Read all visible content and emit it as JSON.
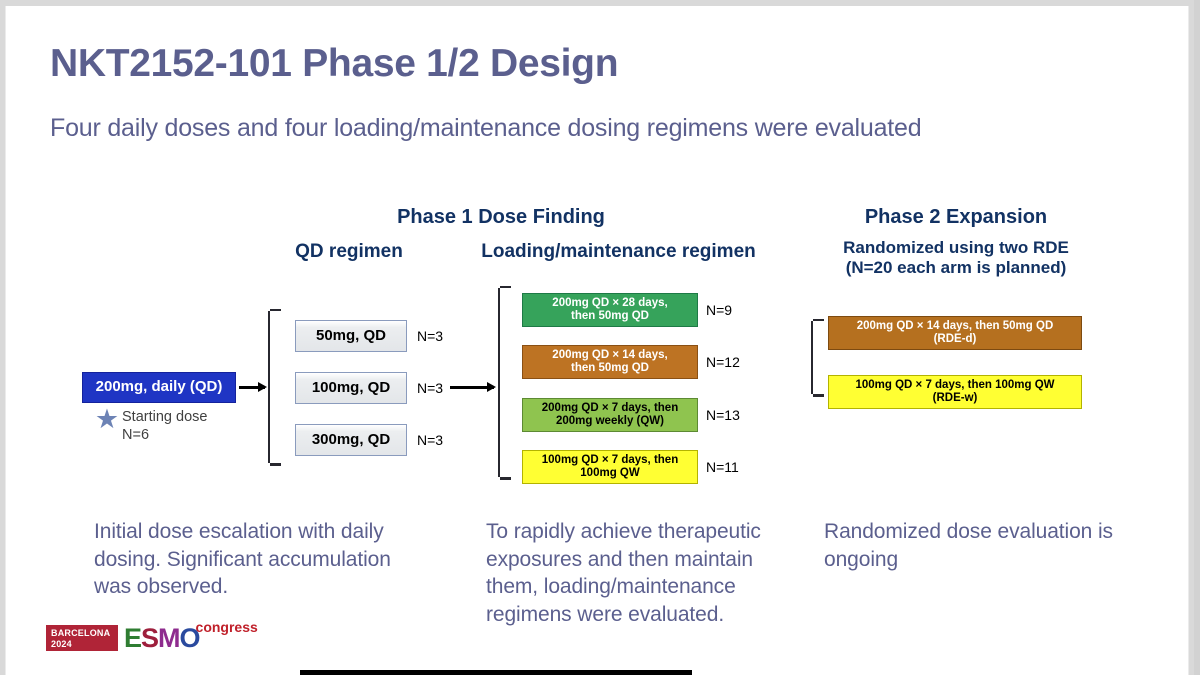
{
  "slide": {
    "title": "NKT2152-101 Phase 1/2 Design",
    "subtitle": "Four daily doses and four loading/maintenance dosing regimens were evaluated"
  },
  "headings": {
    "phase1": "Phase 1 Dose Finding",
    "qd_regimen": "QD regimen",
    "loading_maintenance_regimen": "Loading/maintenance regimen",
    "phase2": "Phase 2 Expansion",
    "phase2_sub_line1": "Randomized using two RDE",
    "phase2_sub_line2": "(N=20 each arm is planned)"
  },
  "starting_dose": {
    "box_label": "200mg, daily (QD)",
    "icon": "star-icon",
    "annotation_line1": "Starting dose",
    "annotation_line2": "N=6",
    "box_color": "#1f35c4",
    "text_color": "#ffffff"
  },
  "qd_regimens": [
    {
      "label": "50mg, QD",
      "n": "N=3",
      "fill": "#e3e6e9",
      "text": "#000000"
    },
    {
      "label": "100mg, QD",
      "n": "N=3",
      "fill": "#e3e6e9",
      "text": "#000000"
    },
    {
      "label": "300mg, QD",
      "n": "N=3",
      "fill": "#e3e6e9",
      "text": "#000000"
    }
  ],
  "loading_maintenance_regimens": [
    {
      "line1": "200mg QD × 28 days,",
      "line2": "then 50mg QD",
      "n": "N=9",
      "fill": "#36a35b",
      "text": "#ffffff"
    },
    {
      "line1": "200mg QD × 14 days,",
      "line2": "then 50mg QD",
      "n": "N=12",
      "fill": "#bd7323",
      "text": "#ffffff"
    },
    {
      "line1": "200mg QD × 7 days, then",
      "line2": "200mg weekly (QW)",
      "n": "N=13",
      "fill": "#8fc44f",
      "text": "#000000"
    },
    {
      "line1": "100mg QD × 7 days, then",
      "line2": "100mg QW",
      "n": "N=11",
      "fill": "#ffff33",
      "text": "#000000"
    }
  ],
  "phase2_arms": [
    {
      "line1": "200mg QD × 14 days, then 50mg QD",
      "line2": "(RDE-d)",
      "fill": "#b5701f",
      "text": "#ffffff"
    },
    {
      "line1": "100mg QD × 7 days, then 100mg QW",
      "line2": "(RDE-w)",
      "fill": "#ffff33",
      "text": "#000000"
    }
  ],
  "captions": {
    "column1": "Initial dose escalation with daily dosing. Significant accumulation was observed.",
    "column2": "To rapidly achieve therapeutic exposures and then maintain them, loading/maintenance regimens were evaluated.",
    "column3": "Randomized dose evaluation is ongoing"
  },
  "logo": {
    "city": "BARCELONA",
    "year": "2024",
    "letter_e": "E",
    "letter_s": "S",
    "letter_m": "M",
    "letter_o": "O",
    "congress": "congress"
  },
  "theme": {
    "title_color": "#5b5f8e",
    "heading_color": "#123263",
    "caption_color": "#5b5f8e",
    "slide_background": "#ffffff",
    "canvas_background": "#d9d9d9"
  }
}
